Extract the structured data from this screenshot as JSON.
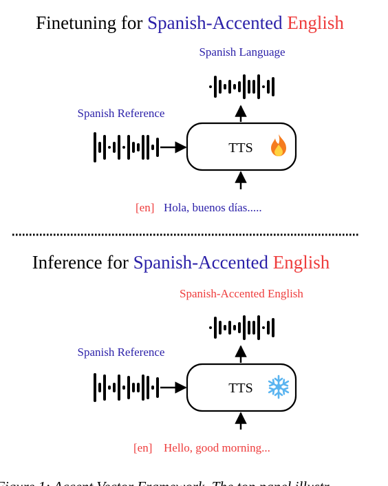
{
  "colors": {
    "blue": "#2a1fa8",
    "red": "#ee3b3b",
    "black": "#000000",
    "flame": "#f57c1f",
    "snowflake": "#5ab4f0"
  },
  "top_panel": {
    "title_prefix": "Finetuning for ",
    "title_accent": "Spanish-Accented",
    "title_lang": " English",
    "output_label": "Spanish Language",
    "reference_label": "Spanish Reference",
    "model_label": "TTS",
    "model_state_icon": "fire-icon",
    "input_tag": "[en]",
    "input_text": "Hola, buenos días....."
  },
  "bottom_panel": {
    "title_prefix": "Inference for ",
    "title_accent": "Spanish-Accented",
    "title_lang": " English",
    "output_label": "Spanish-Accented English",
    "reference_label": "Spanish Reference",
    "model_label": "TTS",
    "model_state_icon": "snowflake-icon",
    "input_tag": "[en]",
    "input_text": "Hello, good morning..."
  },
  "caption": "Figure 1: Accent Vector Framework. The top panel illustr"
}
